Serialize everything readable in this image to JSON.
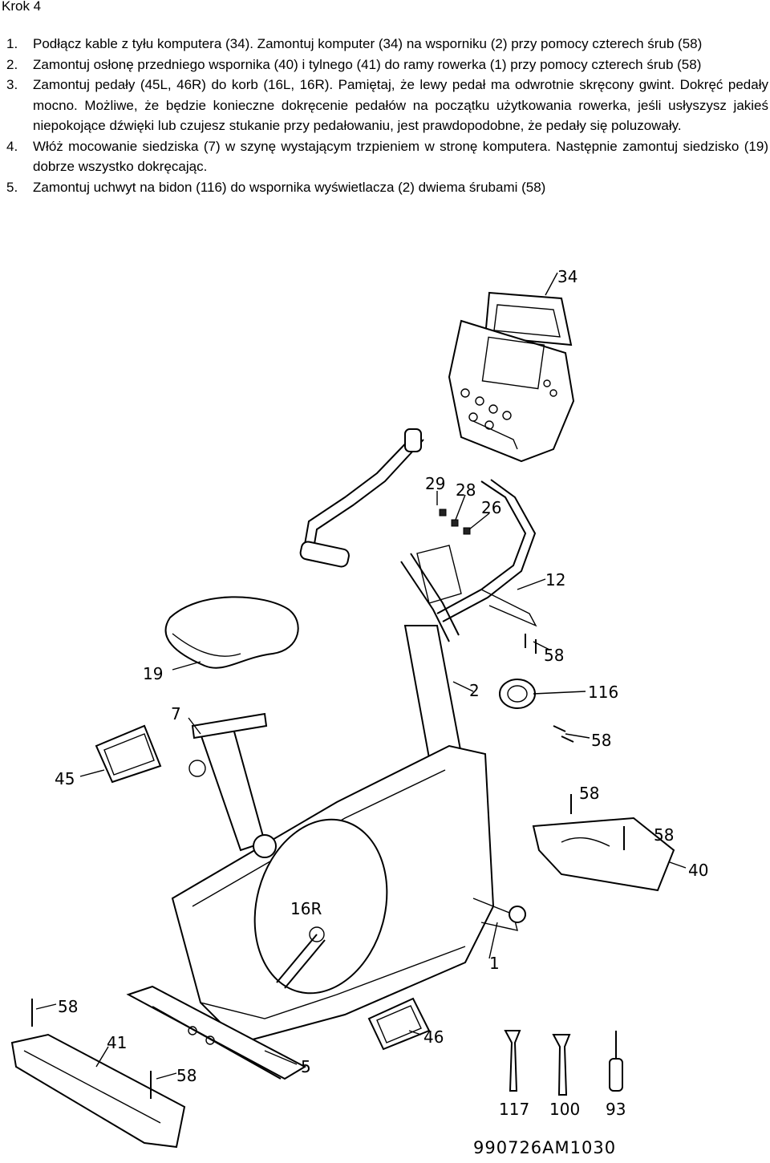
{
  "heading": "Krok 4",
  "steps": [
    {
      "num": "1.",
      "text": "Podłącz kable z tyłu komputera (34). Zamontuj komputer (34) na wsporniku (2) przy pomocy czterech śrub (58)"
    },
    {
      "num": "2.",
      "text": "Zamontuj osłonę przedniego wspornika (40) i tylnego (41) do ramy rowerka (1) przy pomocy czterech śrub (58)"
    },
    {
      "num": "3.",
      "text": "Zamontuj pedały (45L, 46R) do korb (16L, 16R). Pamiętaj, że lewy pedał ma odwrotnie skręcony gwint. Dokręć pedały mocno. Możliwe, że będzie konieczne dokręcenie pedałów na początku użytkowania rowerka, jeśli usłyszysz jakieś niepokojące dźwięki lub czujesz stukanie przy pedałowaniu, jest prawdopodobne, że pedały się poluzowały."
    },
    {
      "num": "4.",
      "text": "Włóż mocowanie siedziska (7) w szynę wystającym trzpieniem w stronę komputera. Następnie zamontuj siedzisko (19) dobrze wszystko dokręcając."
    },
    {
      "num": "5.",
      "text": "Zamontuj uchwyt na bidon (116) do wspornika wyświetlacza (2) dwiema śrubami (58)"
    }
  ],
  "diagram": {
    "labels": {
      "p34": "34",
      "p29": "29",
      "p28": "28",
      "p26": "26",
      "p12": "12",
      "p58a": "58",
      "p2": "2",
      "p116": "116",
      "p58b": "58",
      "p19": "19",
      "p7": "7",
      "p45": "45",
      "p58c": "58",
      "p58d": "58",
      "p40": "40",
      "p16r": "16R",
      "p1": "1",
      "p58e": "58",
      "p46": "46",
      "p41": "41",
      "p58f": "58",
      "p5": "5",
      "p117": "117",
      "p100": "100",
      "p93": "93"
    },
    "code": "990726AM1030"
  }
}
